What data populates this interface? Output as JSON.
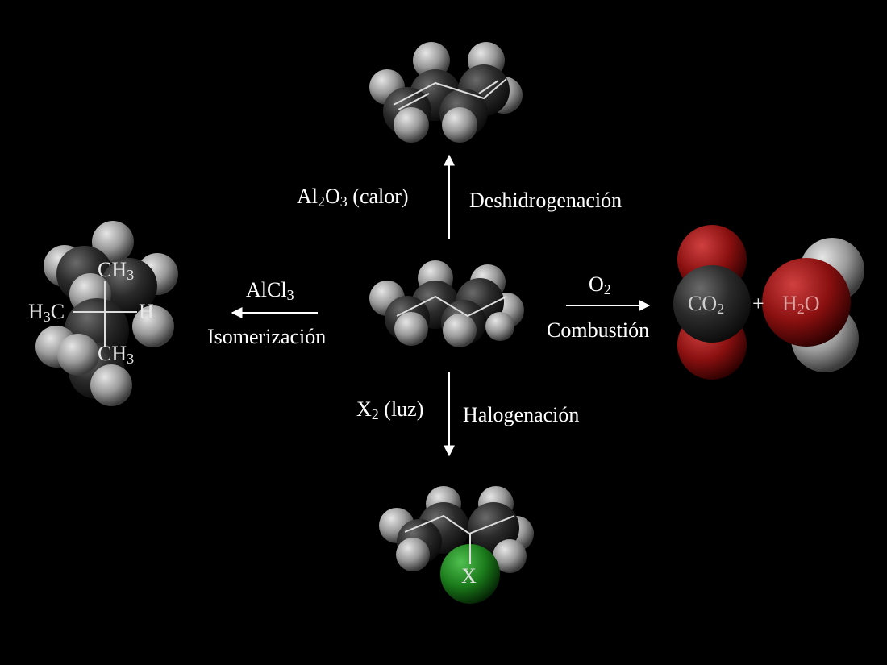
{
  "reactions": {
    "dehydrogenation": {
      "reagent_main": "Al",
      "reagent_sub1": "2",
      "reagent_mid": "O",
      "reagent_sub2": "3",
      "reagent_tail": " (calor)",
      "name": "Deshidrogenación"
    },
    "isomerization": {
      "reagent_main": "AlCl",
      "reagent_sub": "3",
      "name": "Isomerización"
    },
    "combustion": {
      "reagent_main": "O",
      "reagent_sub": "2",
      "name": "Combustión"
    },
    "halogenation": {
      "reagent_main": "X",
      "reagent_sub": "2",
      "reagent_tail": " (luz)",
      "name": "Halogenación"
    }
  },
  "products": {
    "isobutane": {
      "top": {
        "main": "CH",
        "sub": "3"
      },
      "left": {
        "main": "H",
        "sub": "3",
        "tail": "C"
      },
      "right": "H",
      "bottom": {
        "main": "CH",
        "sub": "3"
      }
    },
    "combustion": {
      "co2": {
        "main": "CO",
        "sub": "2"
      },
      "plus": "+",
      "h2o": {
        "main": "H",
        "sub": "2",
        "tail": "O"
      }
    },
    "halogenated": {
      "atom": "X"
    }
  },
  "colors": {
    "background": "#000000",
    "carbon": "#2b2b2b",
    "hydrogen": "#9a9a9a",
    "oxygen": "#8a1010",
    "halogen": "#1a7a1a",
    "arrow": "#ffffff"
  }
}
